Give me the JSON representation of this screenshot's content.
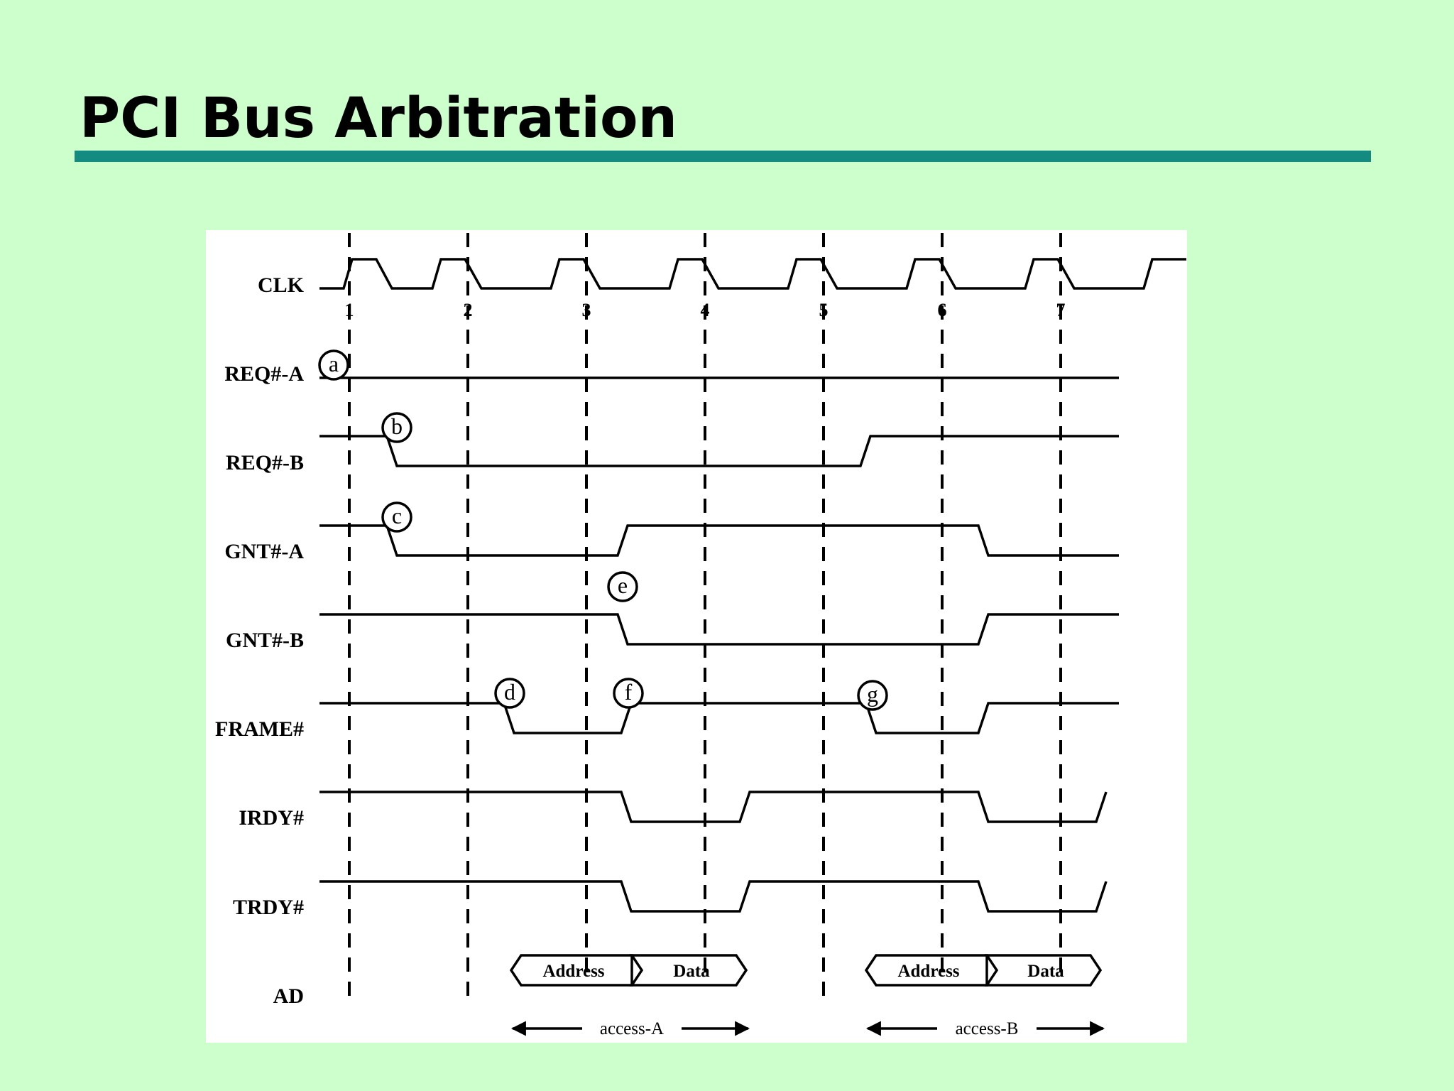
{
  "title": "PCI Bus Arbitration",
  "colors": {
    "background": "#ccffcc",
    "rule": "#138b80",
    "diagram_background": "#ffffff",
    "ink": "#000000"
  },
  "diagram": {
    "signals": [
      {
        "name": "CLK"
      },
      {
        "name": "REQ#-A"
      },
      {
        "name": "REQ#-B"
      },
      {
        "name": "GNT#-A"
      },
      {
        "name": "GNT#-B"
      },
      {
        "name": "FRAME#"
      },
      {
        "name": "IRDY#"
      },
      {
        "name": "TRDY#"
      },
      {
        "name": "AD"
      }
    ],
    "clock_ticks": [
      "1",
      "2",
      "3",
      "4",
      "5",
      "6",
      "7"
    ],
    "markers": [
      "a",
      "b",
      "c",
      "d",
      "e",
      "f",
      "g"
    ],
    "bus_segments": [
      "Address",
      "Data",
      "Address",
      "Data"
    ],
    "access_ranges": [
      "access-A",
      "access-B"
    ]
  }
}
